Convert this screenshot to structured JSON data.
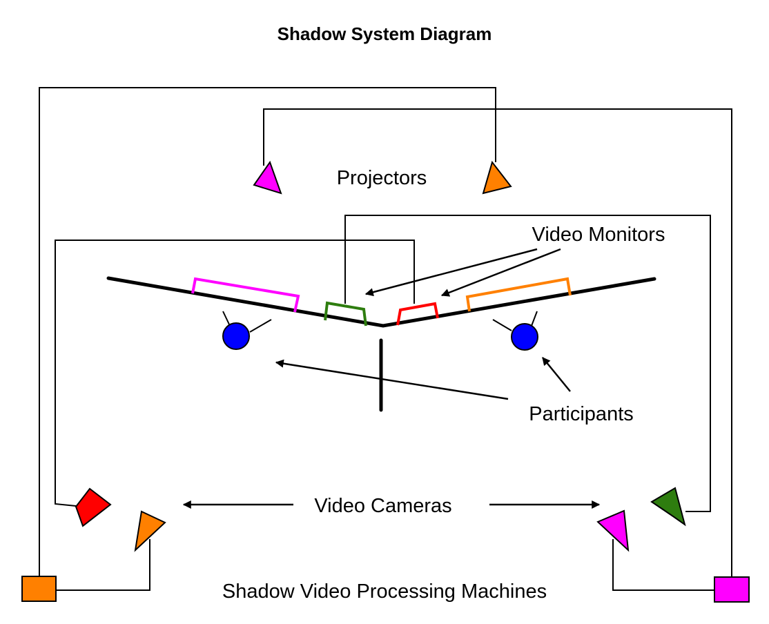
{
  "title": "Shadow System Diagram",
  "labels": {
    "projectors": "Projectors",
    "video_monitors": "Video Monitors",
    "participants": "Participants",
    "video_cameras": "Video Cameras",
    "processing_machines": "Shadow Video Processing Machines"
  },
  "colors": {
    "magenta": "#ff00ff",
    "orange": "#ff8000",
    "red": "#ff0000",
    "green": "#2e7d0f",
    "participant_blue": "#0000ff",
    "line": "#000000",
    "background": "#ffffff"
  }
}
